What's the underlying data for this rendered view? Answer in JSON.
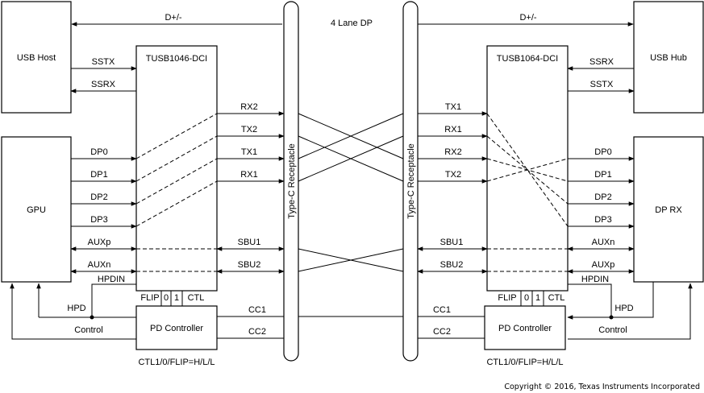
{
  "top": {
    "dleft": "D+/-",
    "dright": "D+/-",
    "lane": "4 Lane DP"
  },
  "left": {
    "host": "USB Host",
    "gpu": "GPU",
    "chip": "TUSB1046-DCI",
    "sstx": "SSTX",
    "ssrx": "SSRX",
    "dp": [
      "DP0",
      "DP1",
      "DP2",
      "DP3"
    ],
    "pins": [
      "RX2",
      "TX2",
      "TX1",
      "RX1"
    ],
    "auxp": "AUXp",
    "auxn": "AUXn",
    "sbu1": "SBU1",
    "sbu2": "SBU2",
    "hpdin": "HPDIN",
    "hpd": "HPD",
    "control": "Control",
    "flip": "FLIP",
    "zero": "0",
    "one": "1",
    "ctl": "CTL",
    "pd": "PD Controller",
    "cc1": "CC1",
    "cc2": "CC2",
    "ctlnote": "CTL1/0/FLIP=H/L/L",
    "receptacle": "Type-C Receptacle"
  },
  "right": {
    "hub": "USB Hub",
    "dprx": "DP RX",
    "chip": "TUSB1064-DCI",
    "ssrx": "SSRX",
    "sstx": "SSTX",
    "dp": [
      "DP0",
      "DP1",
      "DP2",
      "DP3"
    ],
    "pins": [
      "TX1",
      "RX1",
      "RX2",
      "TX2"
    ],
    "auxn": "AUXn",
    "auxp": "AUXp",
    "sbu1": "SBU1",
    "sbu2": "SBU2",
    "hpdin": "HPDIN",
    "hpd": "HPD",
    "control": "Control",
    "flip": "FLIP",
    "zero": "0",
    "one": "1",
    "ctl": "CTL",
    "pd": "PD Controller",
    "cc1": "CC1",
    "cc2": "CC2",
    "ctlnote": "CTL1/0/FLIP=H/L/L",
    "receptacle": "Type-C Receptacle"
  },
  "copyright": "Copyright © 2016, Texas Instruments Incorporated"
}
